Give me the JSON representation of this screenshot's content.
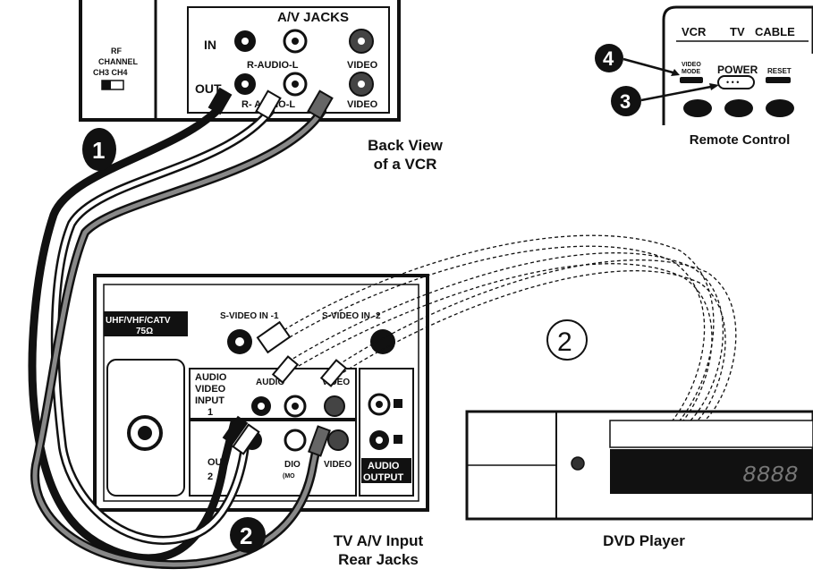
{
  "vcr_panel": {
    "av_jacks_title": "A/V JACKS",
    "in_label": "IN",
    "out_label": "OUT",
    "audio_label_in": "R-AUDIO-L",
    "audio_label_out": "R- AUDIO-L",
    "video_label_in": "VIDEO",
    "video_label_out": "VIDEO",
    "rf_line1": "RF",
    "rf_line2": "CHANNEL",
    "rf_line3": "CH3  CH4"
  },
  "remote": {
    "btn_vcr": "VCR",
    "btn_tv": "TV",
    "btn_cable": "CABLE",
    "video_mode_line1": "VIDEO",
    "video_mode_line2": "MODE",
    "power": "POWER",
    "reset": "RESET",
    "caption": "Remote Control"
  },
  "tv_panel": {
    "uhf_line1": "UHF/VHF/CATV",
    "uhf_line2": "75Ω",
    "svideo_1": "S-VIDEO IN -1",
    "svideo_2": "S-VIDEO IN -2",
    "av_input_line1": "AUDIO",
    "av_input_line2": "VIDEO",
    "av_input_line3": "INPUT",
    "av_input_num1": "1",
    "audio_label": "AUDIO",
    "video_label": "VIDEO",
    "input2_line": "OUT",
    "input2_num": "2",
    "audio_video_2": "DIO",
    "video_2": "VIDEO",
    "mono": "(MO",
    "audio_output_line1": "AUDIO",
    "audio_output_line2": "OUTPUT"
  },
  "callouts": {
    "step1": "1",
    "step2_outline": "2",
    "step2_filled": "2",
    "step3": "3",
    "step4": "4"
  },
  "captions": {
    "vcr_line1": "Back View",
    "vcr_line2": "of a VCR",
    "tv_line1": "TV A/V Input",
    "tv_line2": "Rear Jacks",
    "dvd": "DVD Player"
  },
  "dvd_display": "8888"
}
